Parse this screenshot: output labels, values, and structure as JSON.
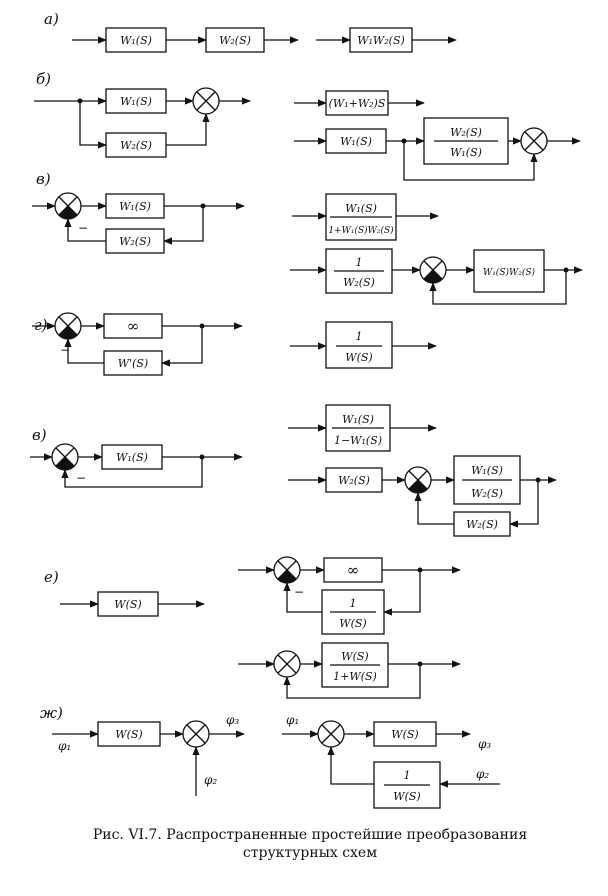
{
  "labels": {
    "a": "а)",
    "b": "б)",
    "v1": "в)",
    "g": "г)",
    "v2": "в)",
    "e": "е)",
    "zh": "ж)"
  },
  "blocks": {
    "w1": "W₁(S)",
    "w2": "W₂(S)",
    "w1w2": "W₁W₂(S)",
    "w1plusw2": "(W₁+W₂)S",
    "w": "W(S)",
    "w_prime": "W'(S)",
    "inf": "∞",
    "w1w2_series": "W₁(S)W₂(S)",
    "one": "1",
    "frac_w1_1pw1w2": {
      "num": "W₁(S)",
      "den": "1+W₁(S)W₂(S)"
    },
    "frac_w2_w1": {
      "num": "W₂(S)",
      "den": "W₁(S)"
    },
    "frac_1_w2": {
      "num": "1",
      "den": "W₂(S)"
    },
    "frac_1_w": {
      "num": "1",
      "den": "W(S)"
    },
    "frac_w1_1mw1": {
      "num": "W₁(S)",
      "den": "1−W₁(S)"
    },
    "frac_w1_w2": {
      "num": "W₁(S)",
      "den": "W₂(S)"
    },
    "frac_w_1pw": {
      "num": "W(S)",
      "den": "1+W(S)"
    }
  },
  "signals": {
    "phi1": "φ₁",
    "phi2": "φ₂",
    "phi3": "φ₃"
  },
  "signs": {
    "minus": "−"
  },
  "caption": {
    "line1": "Рис. VI.7. Распространенные простейшие преобразования",
    "line2": "структурных схем"
  }
}
